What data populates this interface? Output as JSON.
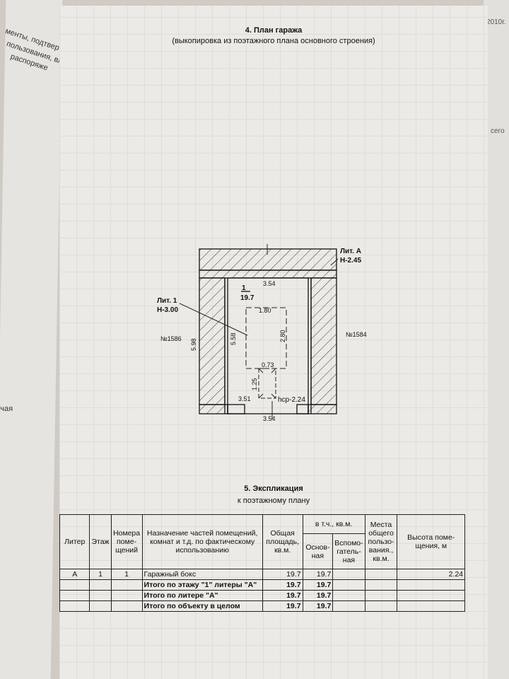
{
  "background_pages": {
    "left_fragments": [
      "менты, подтвер",
      "пользования, вла",
      "распоряже",
      "чая"
    ],
    "right_fragments": [
      "2010г.",
      "сего"
    ]
  },
  "plan": {
    "title": "4. План гаража",
    "subtitle": "(выкопировка из поэтажного плана основного строения)",
    "labels": {
      "lit_a": "Лит. А",
      "lit_a_height": "Н-2.45",
      "lit_1": "Лит. 1",
      "lit_1_height": "Н-3.00",
      "room_number": "1",
      "room_area": "19.7",
      "neighbor_left": "№1586",
      "neighbor_right": "№1584",
      "avg_height": "hср-2.24"
    },
    "dimensions": {
      "top_inner": "3.54",
      "bottom_outer": "3.54",
      "bottom_inner": "3.51",
      "outer_height": "5.98",
      "inner_height": "5.58",
      "pit_width": "1.80",
      "pit_length": "2.80",
      "small_width": "0.73",
      "small_length": "1.25"
    }
  },
  "explication": {
    "title": "5. Экспликация",
    "subtitle": "к поэтажному плану",
    "headers": {
      "liter": "Литер",
      "floor": "Этаж",
      "room_numbers": "Номера поме-щений",
      "purpose": "Назначение частей помещений, комнат и т.д. по фактическому использованию",
      "total_area": "Общая площадь, кв.м.",
      "including": "в т.ч., кв.м.",
      "main": "Основ-ная",
      "auxiliary": "Вспомо-гатель-ная",
      "common": "Места общего пользо-вания., кв.м.",
      "height": "Высота поме-щения, м"
    },
    "rows": [
      {
        "liter": "А",
        "floor": "1",
        "room": "1",
        "purpose": "Гаражный бокс",
        "total": "19.7",
        "main": "19.7",
        "aux": "",
        "common": "",
        "height": "2.24",
        "bold": false
      },
      {
        "liter": "",
        "floor": "",
        "room": "",
        "purpose": "Итого по этажу \"1\" литеры \"А\"",
        "total": "19.7",
        "main": "19.7",
        "aux": "",
        "common": "",
        "height": "",
        "bold": true
      },
      {
        "liter": "",
        "floor": "",
        "room": "",
        "purpose": "Итого по литере \"А\"",
        "total": "19.7",
        "main": "19.7",
        "aux": "",
        "common": "",
        "height": "",
        "bold": true
      },
      {
        "liter": "",
        "floor": "",
        "room": "",
        "purpose": "Итого по объекту в целом",
        "total": "19.7",
        "main": "19.7",
        "aux": "",
        "common": "",
        "height": "",
        "bold": true
      }
    ]
  }
}
